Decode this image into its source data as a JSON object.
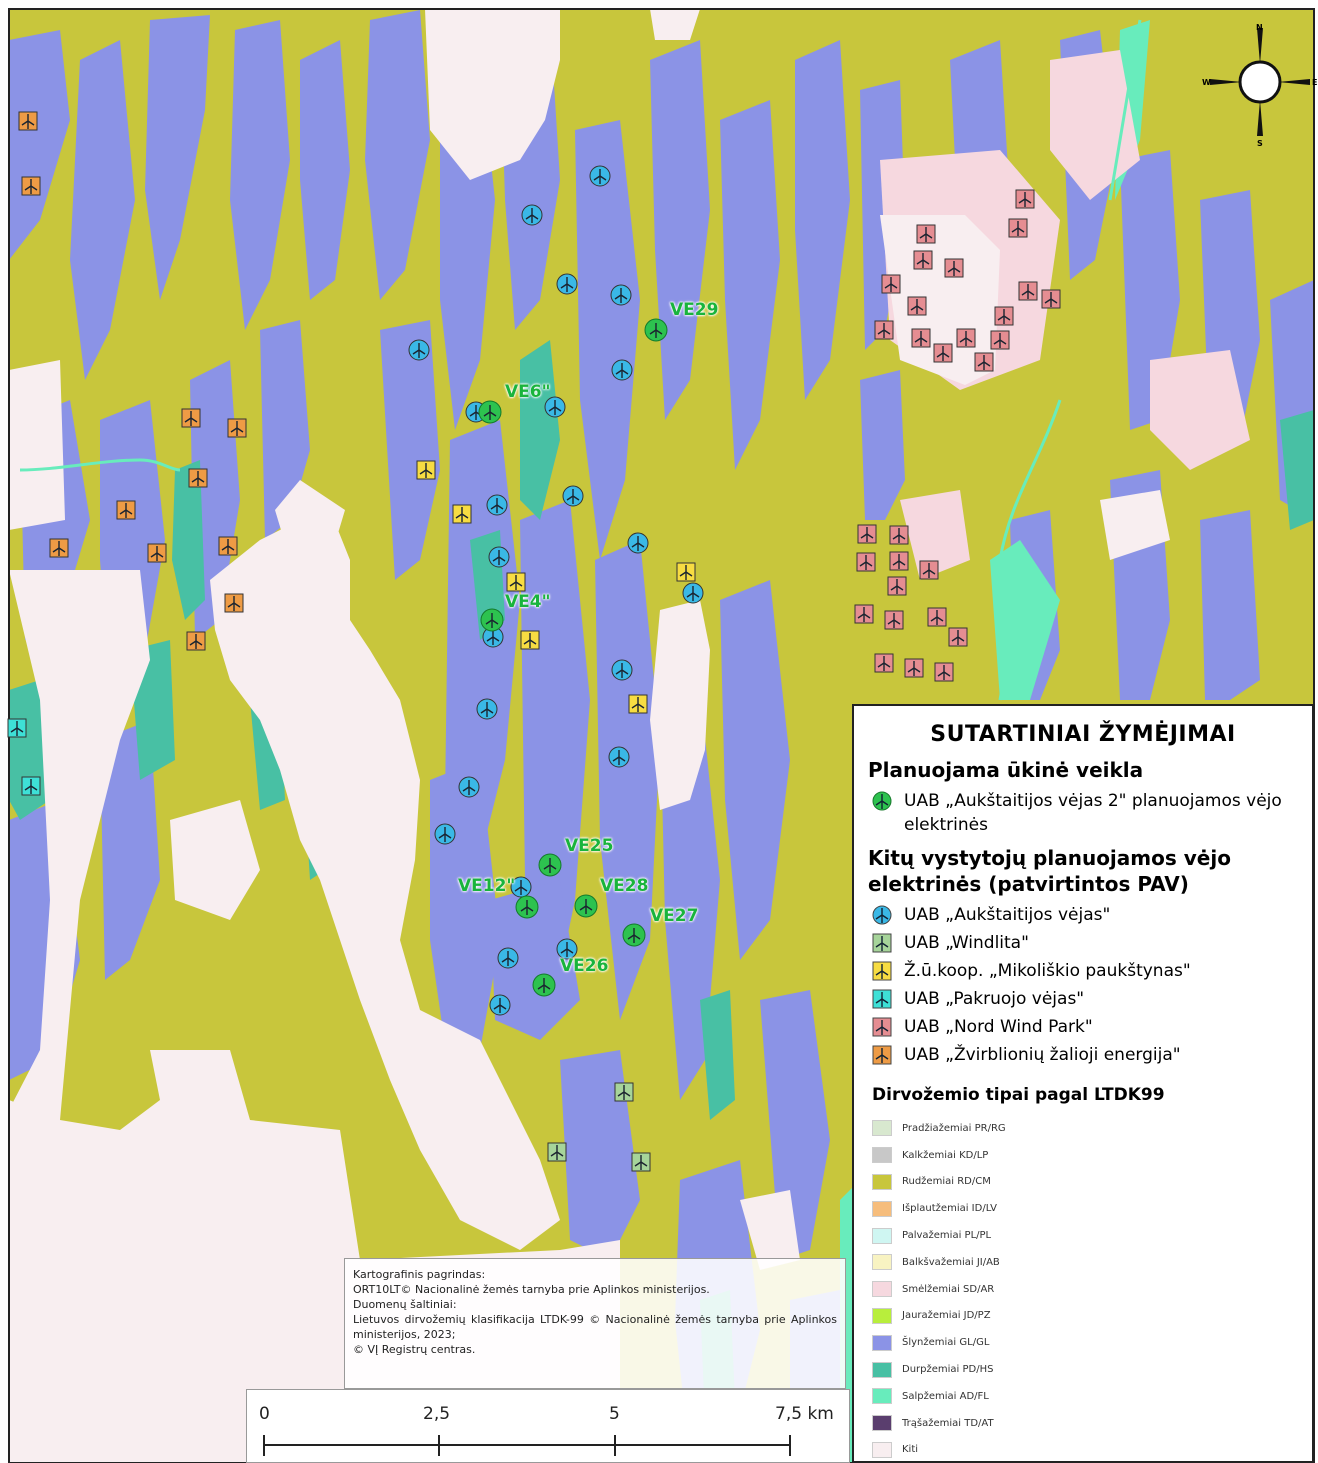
{
  "legend": {
    "title": "SUTARTINIAI ŽYMĖJIMAI",
    "section1": "Planuojama ūkinė veikla",
    "planned_label": "UAB „Aukštaitijos vėjas 2\" planuojamos vėjo elektrinės",
    "section2": "Kitų vystytojų planuojamos vėjo elektrinės (patvirtintos PAV)",
    "developers": [
      {
        "label": "UAB „Aukštaitijos vėjas\"",
        "color": "#3ab8e6",
        "shape": "circle"
      },
      {
        "label": "UAB „Windlita\"",
        "color": "#a6d49a",
        "shape": "square"
      },
      {
        "label": "Ž.ū.koop. „Mikoliškio paukštynas\"",
        "color": "#f7dc42",
        "shape": "square"
      },
      {
        "label": "UAB „Pakruojo vėjas\"",
        "color": "#3ee0d6",
        "shape": "square"
      },
      {
        "label": "UAB „Nord Wind Park\"",
        "color": "#e58d92",
        "shape": "square"
      },
      {
        "label": "UAB „Žvirblionių žalioji energija\"",
        "color": "#ee9b45",
        "shape": "square"
      }
    ],
    "soil_title": "Dirvožemio tipai pagal LTDK99",
    "soil_types": [
      {
        "label": "Pradžiažemiai PR/RG",
        "color": "#d8e8cf"
      },
      {
        "label": "Kalkžemiai KD/LP",
        "color": "#c8c8c8"
      },
      {
        "label": "Rudžemiai RD/CM",
        "color": "#c8c63c"
      },
      {
        "label": "Išplautžemiai ID/LV",
        "color": "#f6bd7c"
      },
      {
        "label": "Palvažemiai PL/PL",
        "color": "#cff6f2"
      },
      {
        "label": "Balkšvažemiai JI/AB",
        "color": "#f8f3c2"
      },
      {
        "label": "Smėlžemiai SD/AR",
        "color": "#f6d8df"
      },
      {
        "label": "Jauražemiai JD/PZ",
        "color": "#b8ee3c"
      },
      {
        "label": "Šlynžemiai GL/GL",
        "color": "#8b93e6"
      },
      {
        "label": "Durpžemiai PD/HS",
        "color": "#48c0a4"
      },
      {
        "label": "Salpžemiai AD/FL",
        "color": "#68ecbc"
      },
      {
        "label": "Trąšažemiai TD/AT",
        "color": "#5a3e6e"
      },
      {
        "label": "Kiti",
        "color": "#f8eef0"
      }
    ]
  },
  "credits": {
    "line1": "Kartografinis pagrindas:",
    "line2": "ORT10LT© Nacionalinė žemės tarnyba prie Aplinkos ministerijos.",
    "line3": "Duomenų šaltiniai:",
    "line4": "Lietuvos dirvožemių klasifikacija LTDK-99 © Nacionalinė žemės tarnyba prie Aplinkos ministerijos, 2023;",
    "line5": "© VĮ Registrų centras."
  },
  "scale": {
    "ticks": [
      "0",
      "2,5",
      "5",
      "7,5 km"
    ]
  },
  "compass": {
    "n": "N",
    "s": "S",
    "e": "E",
    "w": "W"
  },
  "turbine_labels": [
    "VE29",
    "VE6\"",
    "VE4\"",
    "VE25",
    "VE12\"",
    "VE28",
    "VE27",
    "VE26"
  ],
  "colors": {
    "soil_base": "#c8c63c",
    "clay": "#8b93e6",
    "peat": "#48c0a4",
    "alluvial": "#68ecbc",
    "other": "#f8eef0",
    "sand": "#f6d8df",
    "planned": "#2dc24f",
    "aukstaitijos": "#3ab8e6",
    "windlita": "#a6d49a",
    "mikoliskio": "#f7dc42",
    "pakruojo": "#3ee0d6",
    "nordwind": "#e58d92",
    "zvirblioniu": "#ee9b45"
  }
}
